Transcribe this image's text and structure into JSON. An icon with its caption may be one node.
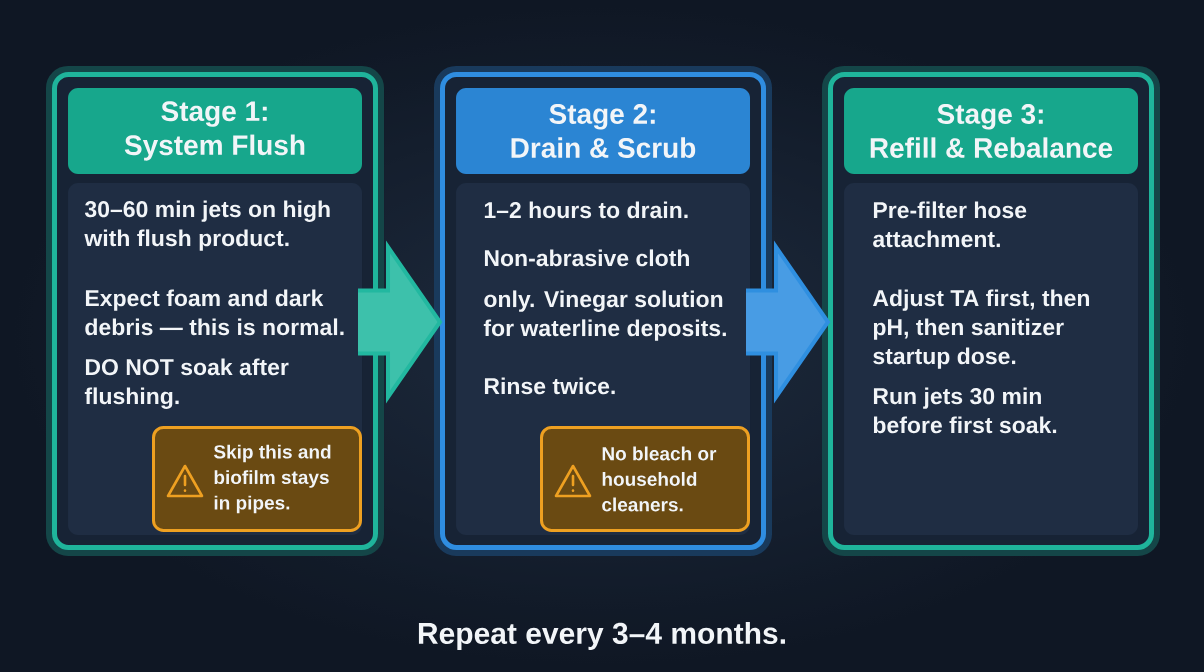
{
  "diagram": {
    "nodes": [
      {
        "text": [
          "Stage 1: System Flush",
          "30–60 min jets on high with flush product.",
          "Expect foam and dark debris — this is normal.",
          "DO NOT soak after flushing."
        ]
      },
      {
        "text": [
          "Skip this and biofilm stays in pipes."
        ],
        "in": 0
      },
      {
        "text": [
          "Stage 2: Drain & Scrub",
          "1–2 hours to drain.",
          "Non-abrasive cloth",
          "only. Vinegar solution for waterline deposits.",
          "Rinse twice."
        ]
      },
      {
        "text": [
          "No bleach or household cleaners."
        ],
        "in": 2
      },
      {
        "text": [
          "Stage 3: Refill & Rebalance",
          "Pre-filter hose attachment.",
          "Adjust TA first, then pH, then sanitizer startup dose.",
          "Run jets 30 min before first soak."
        ]
      }
    ],
    "edges": [
      {
        "from": 0,
        "to": 2,
        "arrow": "to",
        "color": "#22b8a0"
      },
      {
        "from": 2,
        "to": 4,
        "arrow": "to",
        "color": "#2f8fe0"
      }
    ],
    "labels": [
      "Repeat every 3–4 months."
    ]
  }
}
